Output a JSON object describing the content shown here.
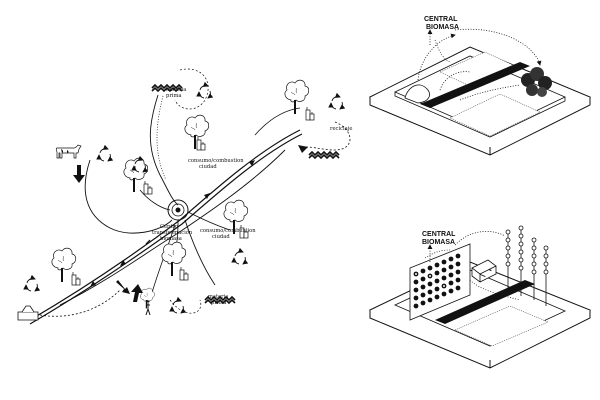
{
  "left_diagram": {
    "labels": {
      "materia_prima_top": [
        "materia",
        "prima"
      ],
      "reciclaje": "reciclaje",
      "consumo_combustion": [
        "consumo/combustion",
        "ciudad"
      ],
      "centro_transformacion": [
        "Centro",
        "transformación",
        "biomasa"
      ],
      "consumo_combustion_2": [
        "consumo/combustion",
        "ciudad"
      ],
      "materia_prima_bottom": [
        "materia",
        "prima"
      ]
    }
  },
  "right_top": {
    "title_lines": [
      "CENTRAL",
      "BIOMASA"
    ]
  },
  "right_bottom": {
    "title_lines": [
      "CENTRAL",
      "BIOMASA"
    ]
  },
  "icons": [
    "tree-icon",
    "recycle-icon",
    "cow-icon",
    "factory-icon",
    "person-icon",
    "zigzag-arrow-icon",
    "funnel-icon"
  ]
}
